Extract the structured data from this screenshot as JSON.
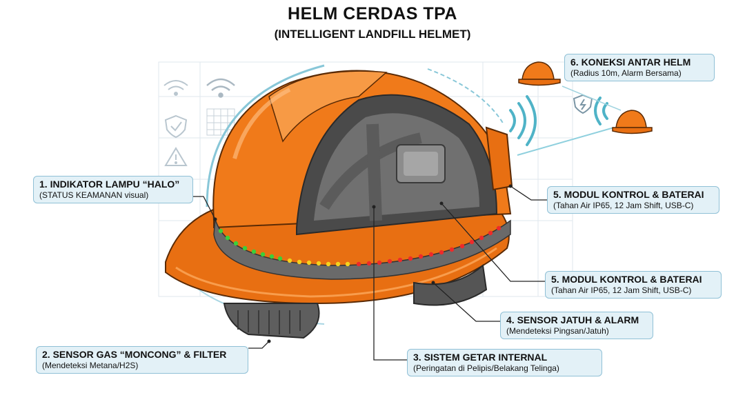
{
  "title": "HELM CERDAS TPA",
  "subtitle": "(INTELLIGENT LANDFILL HELMET)",
  "callouts": [
    {
      "heading": "1. INDIKATOR LAMPU “HALO”",
      "detail": "(STATUS KEAMANAN visual)"
    },
    {
      "heading": "2. SENSOR GAS “MONCONG” & FILTER",
      "detail": "(Mendeteksi Metana/H2S)"
    },
    {
      "heading": "3. SISTEM GETAR INTERNAL",
      "detail": "(Peringatan di Pelipis/Belakang Telinga)"
    },
    {
      "heading": "4. SENSOR JATUH & ALARM",
      "detail": "(Mendeteksi Pingsan/Jatuh)"
    },
    {
      "heading": "5. MODUL KONTROL & BATERAI",
      "detail": "(Tahan Air IP65, 12 Jam Shift, USB-C)"
    },
    {
      "heading": "5. MODUL KONTROL & BATERAI",
      "detail": "(Tahan Air IP65, 12 Jam Shift, USB-C)"
    },
    {
      "heading": "6. KONEKSI ANTAR HELM",
      "detail": "(Radius 10m, Alarm Bersama)"
    }
  ],
  "colors": {
    "helmet": "#f07a1a",
    "callout_bg": "#e3f1f7",
    "led_green": "#3ccf3a",
    "led_yellow": "#f5d21e",
    "led_red": "#ee2a2a"
  },
  "icons": [
    "wifi-icon",
    "shield-check-icon",
    "warning-icon",
    "grid-icon",
    "shield-lightning-icon",
    "signal-waves-icon"
  ]
}
